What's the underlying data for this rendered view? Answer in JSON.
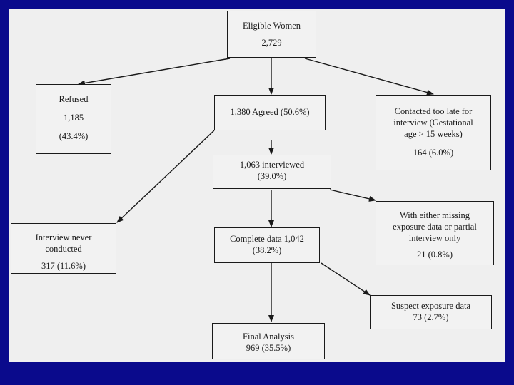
{
  "eligible": {
    "line1": "Eligible Women",
    "line2": "2,729"
  },
  "refused": {
    "line1": "Refused",
    "line2": "1,185",
    "line3": "(43.4%)"
  },
  "agreed": {
    "line1": "1,380 Agreed (50.6%)"
  },
  "too_late": {
    "line1": "Contacted too late for",
    "line2": "interview (Gestational",
    "line3": "age > 15 weeks)",
    "line4": "164 (6.0%)"
  },
  "interviewed": {
    "line1": "1,063 interviewed",
    "line2": "(39.0%)"
  },
  "never_conducted": {
    "line1": "Interview never",
    "line2": "conducted",
    "line3": "317 (11.6%)"
  },
  "complete": {
    "line1": "Complete data 1,042",
    "line2": "(38.2%)"
  },
  "missing": {
    "line1": "With either missing",
    "line2": "exposure data or partial",
    "line3": "interview only",
    "line4": "21 (0.8%)"
  },
  "suspect": {
    "line1": "Suspect exposure data",
    "line2": "73 (2.7%)"
  },
  "final": {
    "line1": "Final Analysis",
    "line2": "969 (35.5%)"
  }
}
